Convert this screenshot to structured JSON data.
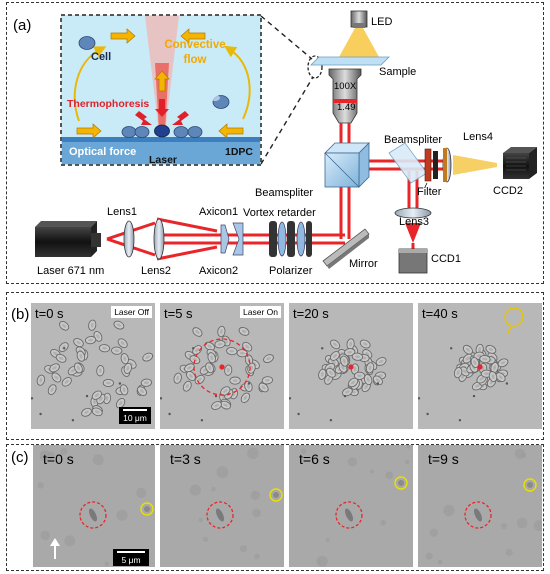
{
  "panel_a": {
    "label": "(a)",
    "inset": {
      "cell": "Cell",
      "convective_flow_line1": "Convective",
      "convective_flow_line2": "flow",
      "thermophoresis": "Thermophoresis",
      "optical_force": "Optical force",
      "laser": "Laser",
      "substrate": "1DPC"
    },
    "components": {
      "led": "LED",
      "sample": "Sample",
      "objective_mag": "100X",
      "objective_na": "1.49",
      "beamsplitter_top": "Beamspliter",
      "beamsplitter_left": "Beamspliter",
      "lens4": "Lens4",
      "filter": "Filter",
      "ccd2": "CCD2",
      "lens3": "Lens3",
      "ccd1": "CCD1",
      "mirror": "Mirror",
      "lens1": "Lens1",
      "lens2": "Lens2",
      "axicon1": "Axicon1",
      "axicon2": "Axicon2",
      "vortex_retarder": "Vortex retarder",
      "polarizer": "Polarizer",
      "laser_source": "Laser 671 nm"
    },
    "colors": {
      "beam": "#e8262a",
      "inset_bg": "#c9ebf8",
      "arrow": "#f4b400",
      "flow_text": "#f2a900",
      "thermo_text": "#e0202a"
    }
  },
  "panel_b": {
    "label": "(b)",
    "tiles": [
      {
        "time": "t=0 s",
        "badge": "Laser Off"
      },
      {
        "time": "t=5 s",
        "badge": "Laser On"
      },
      {
        "time": "t=20 s",
        "badge": ""
      },
      {
        "time": "t=40 s",
        "badge": ""
      }
    ],
    "scalebar": "10 μm"
  },
  "panel_c": {
    "label": "(c)",
    "tiles": [
      {
        "time": "t=0 s"
      },
      {
        "time": "t=3 s"
      },
      {
        "time": "t=6 s"
      },
      {
        "time": "t=9 s"
      }
    ],
    "scalebar": "5 μm"
  }
}
